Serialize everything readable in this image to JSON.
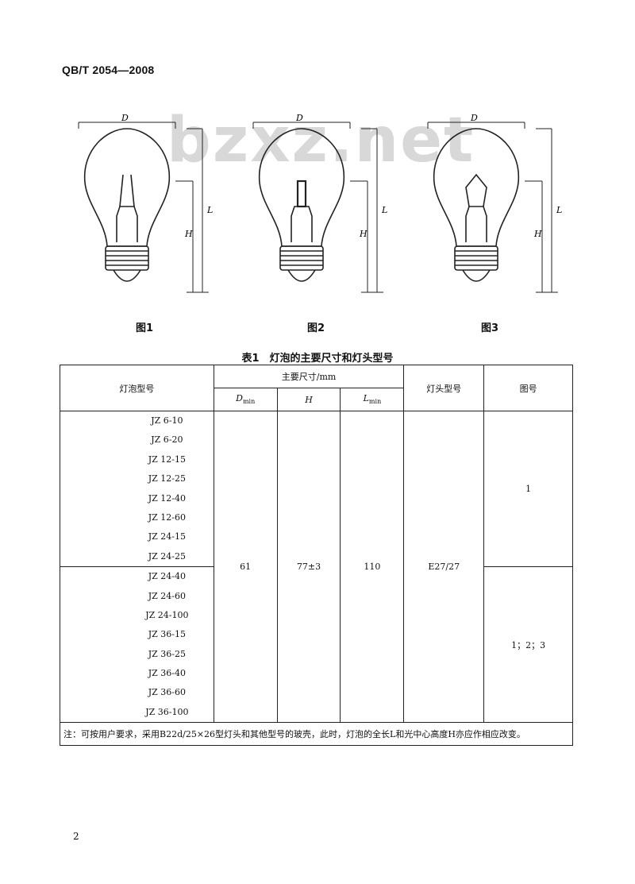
{
  "header": {
    "standard_code": "QB/T 2054—2008"
  },
  "watermark": {
    "text": "bzxz.net"
  },
  "figures": [
    {
      "caption": "图1",
      "label_d": "D",
      "label_h": "H",
      "label_l": "L"
    },
    {
      "caption": "图2",
      "label_d": "D",
      "label_h": "H",
      "label_l": "L"
    },
    {
      "caption": "图3",
      "label_d": "D",
      "label_h": "H",
      "label_l": "L"
    }
  ],
  "table": {
    "caption": "表1　灯泡的主要尺寸和灯头型号",
    "headers": {
      "model": "灯泡型号",
      "main_dims": "主要尺寸/mm",
      "d_min": "D",
      "d_min_sub": "min",
      "h": "H",
      "l_min": "L",
      "l_min_sub": "min",
      "cap_type": "灯头型号",
      "fig_no": "图号"
    },
    "models_group1": [
      "JZ 6-10",
      "JZ 6-20",
      "JZ 12-15",
      "JZ 12-25",
      "JZ 12-40",
      "JZ 12-60",
      "JZ 24-15",
      "JZ 24-25"
    ],
    "models_group2": [
      "JZ 24-40",
      "JZ 24-60",
      "JZ 24-100",
      "JZ 36-15",
      "JZ 36-25",
      "JZ 36-40",
      "JZ 36-60",
      "JZ 36-100"
    ],
    "values": {
      "d_min": "61",
      "h": "77±3",
      "l_min": "110",
      "cap_type": "E27/27",
      "fig_group1": "1",
      "fig_group2": "1；2；3"
    },
    "note": "注：可按用户要求，采用B22d/25×26型灯头和其他型号的玻壳，此时，灯泡的全长L和光中心高度H亦应作相应改变。"
  },
  "page_number": "2"
}
